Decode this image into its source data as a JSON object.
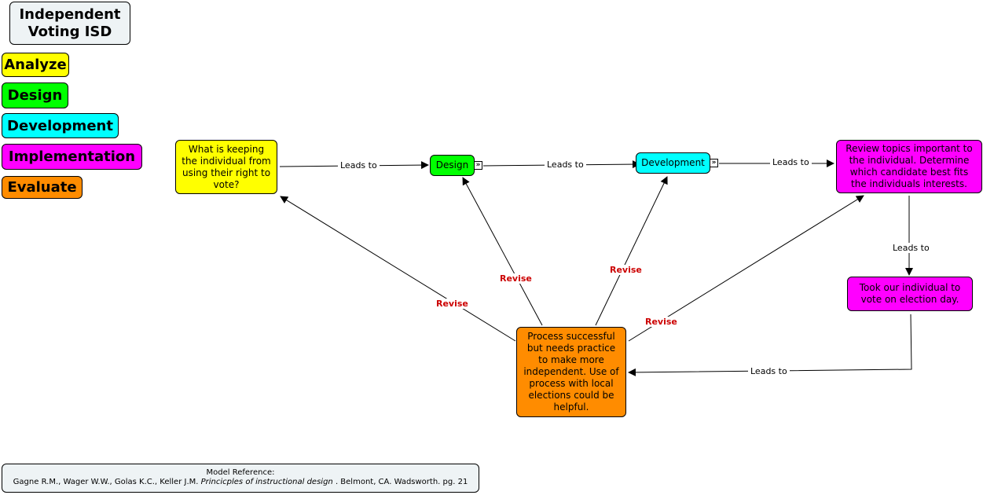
{
  "title": "Independent Voting ISD",
  "legend": {
    "analyze": "Analyze",
    "design": "Design",
    "development": "Development",
    "implementation": "Implementation",
    "evaluate": "Evaluate"
  },
  "nodes": {
    "analyze_q": "What is keeping the individual from using their right to vote?",
    "design": "Design",
    "development": "Development",
    "review": "Review topics important to the individual. Determine which candidate best fits the individuals interests.",
    "took": "Took our individual to vote on election day.",
    "evaluate": "Process successful but needs practice to make more independent. Use of process with local elections could be helpful."
  },
  "links": {
    "leads_to": "Leads to",
    "revise": "Revise"
  },
  "reference": {
    "heading": "Model Reference:",
    "authors": "Gagne R.M., Wager W.W., Golas K.C., Keller J.M.",
    "book": "Princicples of instructional design",
    "rest": ". Belmont, CA. Wadsworth. pg. 21"
  },
  "colors": {
    "analyze": "#ffff00",
    "design": "#00ff00",
    "development": "#00ffff",
    "implementation": "#ff00ff",
    "evaluate": "#ff8c00",
    "title_bg": "#eef3f5",
    "revise": "#cc0000"
  }
}
